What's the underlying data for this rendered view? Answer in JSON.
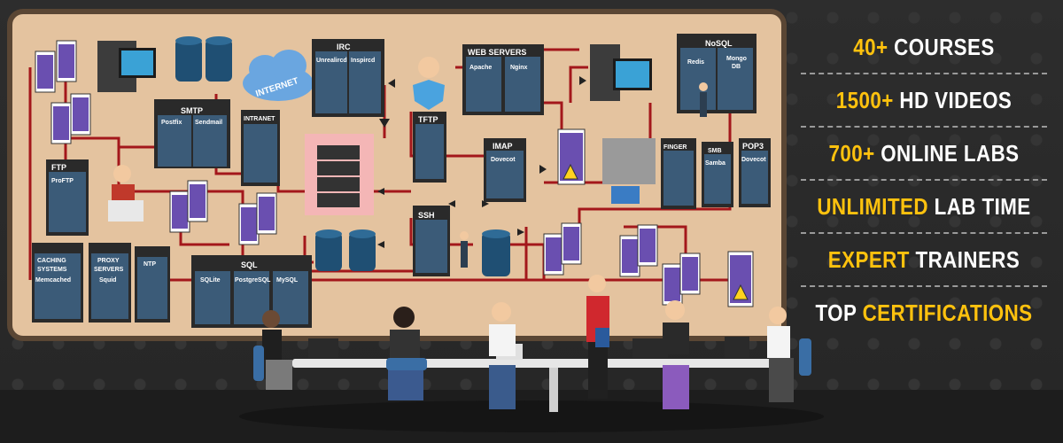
{
  "colors": {
    "accent": "#ffc20e",
    "text": "#ffffff",
    "board": "#e4c39f",
    "background": "#2b2b2b",
    "network_line": "#a3171b"
  },
  "features": [
    {
      "hl": "40+",
      "rest": " COURSES"
    },
    {
      "hl": "1500+",
      "rest": " HD VIDEOS"
    },
    {
      "hl": "700+",
      "rest": " ONLINE LABS"
    },
    {
      "hl": "UNLIMITED",
      "rest": " LAB TIME"
    },
    {
      "hl": "EXPERT",
      "rest": " TRAINERS"
    },
    {
      "pre": "TOP ",
      "hl": "CERTIFICATIONS"
    }
  ],
  "diagram": {
    "internet": "INTERNET",
    "irc": "IRC",
    "unrealircd": "Unrealircd",
    "inspircd": "Inspircd",
    "smtp": "SMTP",
    "postfix": "Postfix",
    "sendmail": "Sendmail",
    "intranet": "INTRANET",
    "web_servers": "WEB SERVERS",
    "apache": "Apache",
    "nginx": "Nginx",
    "nosql": "NoSQL",
    "redis": "Redis",
    "mongodb_1": "Mongo",
    "mongodb_2": "DB",
    "tftp": "TFTP",
    "imap": "IMAP",
    "dovecot": "Dovecot",
    "finger": "FINGER",
    "smb": "SMB",
    "samba": "Samba",
    "pop3": "POP3",
    "pop3_dovecot": "Dovecot",
    "ftp": "FTP",
    "proftp": "ProFTP",
    "ssh": "SSH",
    "caching_1": "CACHING",
    "caching_2": "SYSTEMS",
    "memcached": "Memcached",
    "proxy_1": "PROXY",
    "proxy_2": "SERVERS",
    "squid": "Squid",
    "ntp": "NTP",
    "sqlite": "SQLite",
    "sql": "SQL",
    "postgresql": "PostgreSQL",
    "mysql": "MySQL"
  }
}
